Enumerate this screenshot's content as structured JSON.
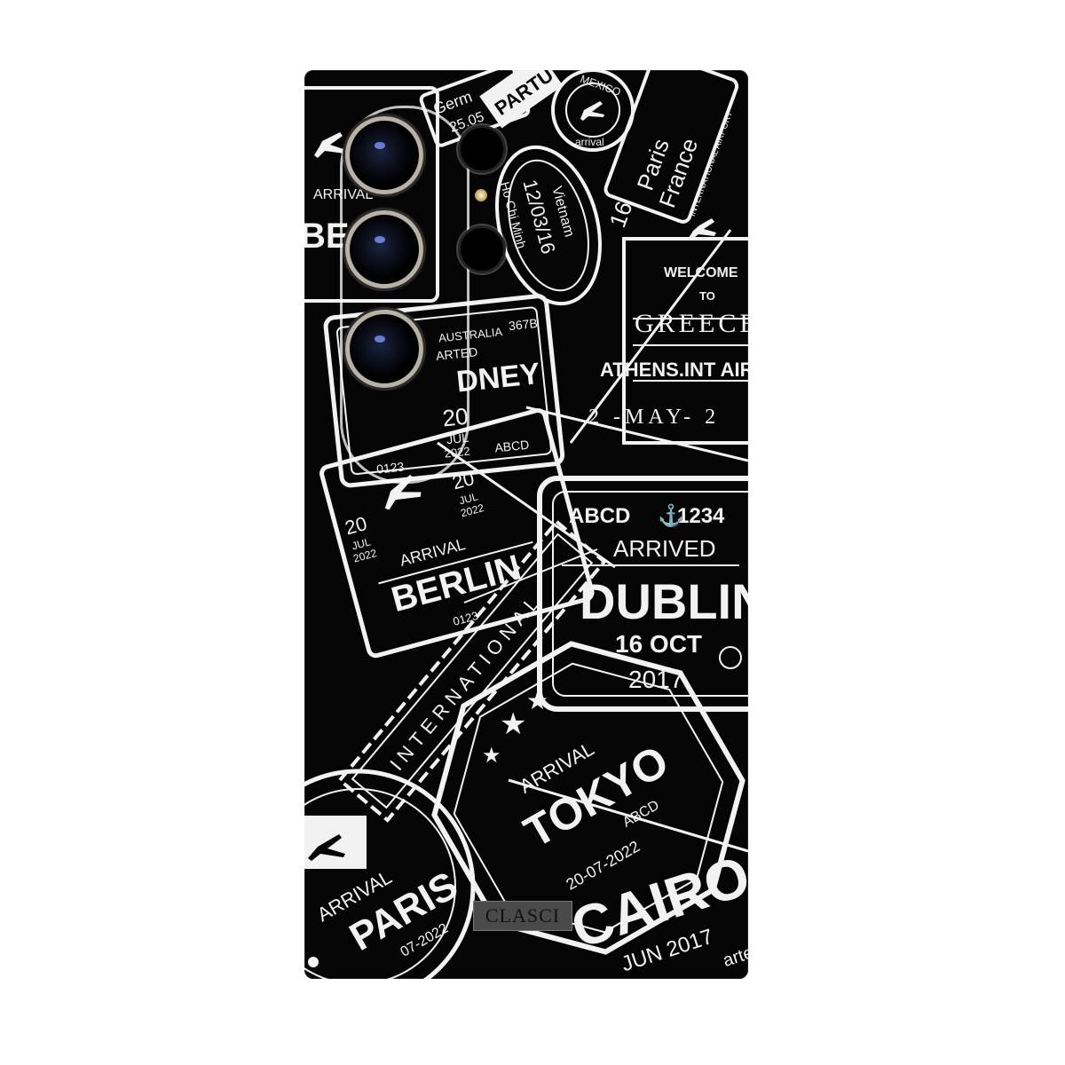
{
  "brand": "CLASCI",
  "colors": {
    "case": "#050505",
    "ink": "#f2f2f2",
    "background": "#ffffff"
  },
  "stamps": {
    "greece": {
      "welcome": "WELCOME",
      "to": "TO",
      "country": "GREECE",
      "airport": "ATHENS.INT AIR",
      "date": "2 -MAY- 2"
    },
    "paris_france": {
      "city": "Paris",
      "country": "France",
      "number": "16",
      "label": "INTERNATIONAL AIRPORT"
    },
    "mexico": {
      "country": "MEXICO",
      "label": "arrival"
    },
    "germany": {
      "country": "Germ",
      "date": "25.05"
    },
    "departure": {
      "label": "PARTU"
    },
    "vietnam": {
      "country": "Vietnam",
      "date": "12/03/16",
      "city": "Ho Chi Minh"
    },
    "berlin_top": {
      "label": "ARRIVAL",
      "city": "BERL"
    },
    "sydney": {
      "country": "AUSTRALIA",
      "label": "ARTED",
      "city": "DNEY",
      "code": "367B",
      "day": "20",
      "month": "JUL",
      "year": "2022",
      "code2": "ABCD",
      "num": "0123"
    },
    "berlin": {
      "day": "20",
      "month": "JUL",
      "year": "2022",
      "day2": "20",
      "month2": "JUL",
      "year2": "2022",
      "label": "ARRIVAL",
      "city": "BERLIN",
      "num": "0123",
      "code": "ABCD"
    },
    "international": {
      "label": "INTERNATIONAL"
    },
    "dublin": {
      "code": "ABCD",
      "number": "1234",
      "label": "ARRIVED",
      "city": "DUBLIN",
      "date": "16 OCT",
      "year": "2017"
    },
    "tokyo": {
      "label": "ARRIVAL",
      "city": "TOKYO",
      "code": "ABCD",
      "date": "20-07-2022"
    },
    "paris": {
      "label": "ARRIVAL",
      "city": "PARIS",
      "date": "07-2022"
    },
    "cairo": {
      "city": "CAIRO",
      "date": "JUN 2017",
      "word": "arte"
    }
  }
}
